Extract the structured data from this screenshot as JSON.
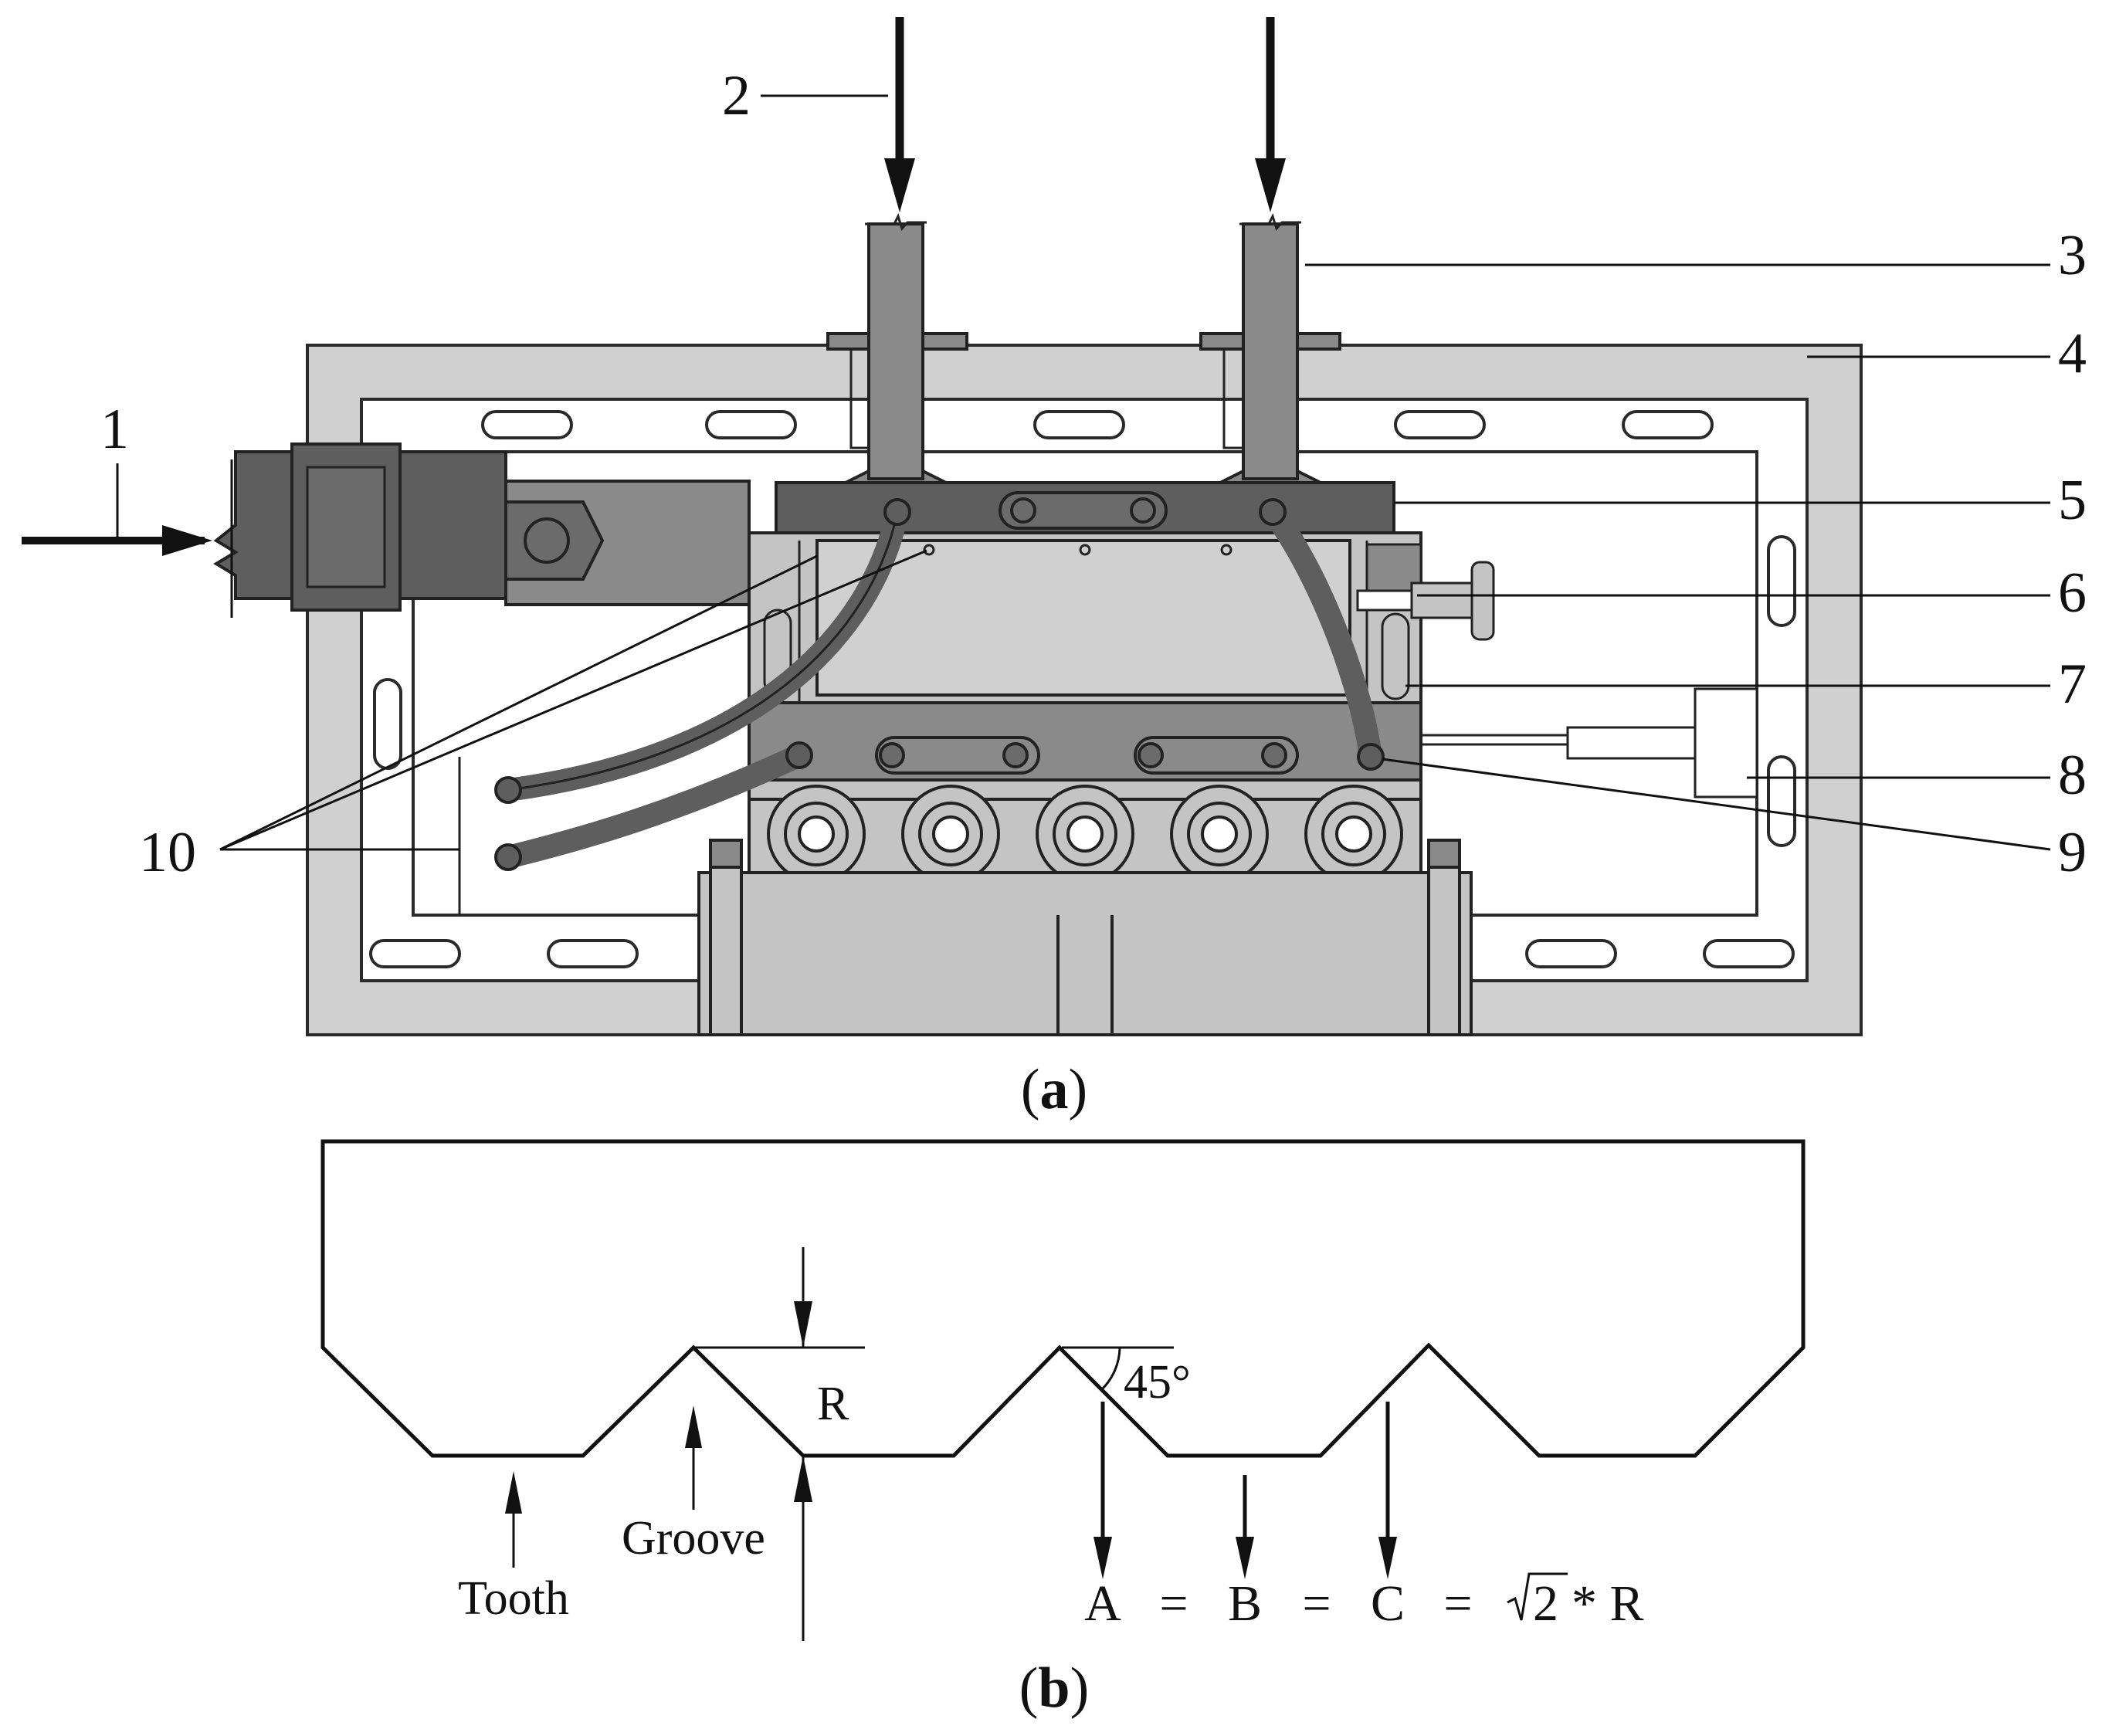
{
  "panel_a": {
    "caption_open": "(",
    "caption_letter": "a",
    "caption_close": ")",
    "callouts": [
      "1",
      "2",
      "3",
      "4",
      "5",
      "6",
      "7",
      "8",
      "9",
      "10"
    ]
  },
  "panel_b": {
    "caption_open": "(",
    "caption_letter": "b",
    "caption_close": ")",
    "labels": {
      "radius": "R",
      "angle": "45°",
      "tooth": "Tooth",
      "groove": "Groove"
    },
    "equation": {
      "a": "A",
      "b": "B",
      "c": "C",
      "eq": "=",
      "sqrt_num": "2",
      "times_r": "* R"
    }
  },
  "colors": {
    "frame": "#d0d0d0",
    "frame_stroke": "#2a2a2a",
    "dark_steel": "#5e5e5e",
    "mid_steel": "#8a8a8a",
    "light_fill": "#c4c4c4",
    "line": "#111111"
  }
}
